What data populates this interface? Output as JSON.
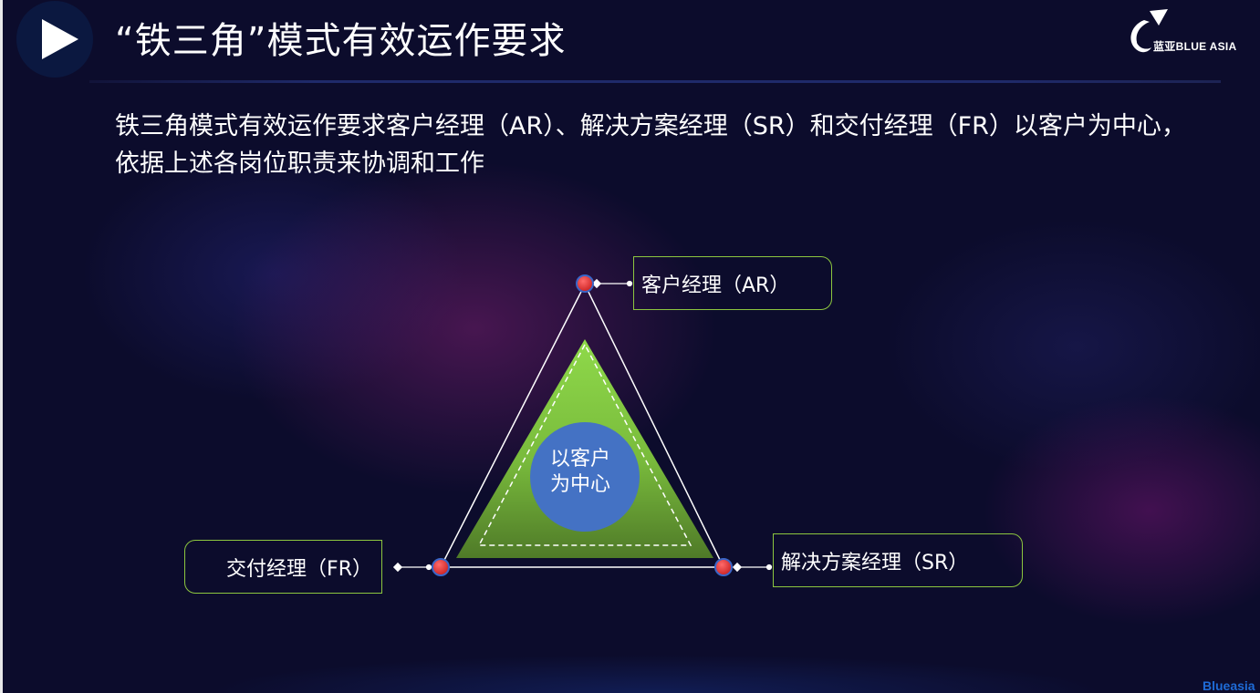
{
  "header": {
    "title": "“铁三角”模式有效运作要求",
    "logo_text": "蓝亚BLUE ASIA"
  },
  "intro": {
    "text": "铁三角模式有效运作要求客户经理（AR）、解决方案经理（SR）和交付经理（FR）以客户为中心，依据上述各岗位职责来协调和工作"
  },
  "diagram": {
    "center_line1": "以客户",
    "center_line2": "为中心",
    "roles": {
      "top": "客户经理（AR）",
      "right": "解决方案经理（SR）",
      "left": "交付经理（FR）"
    }
  },
  "footer": {
    "brand": "Blueasia"
  },
  "colors": {
    "background": "#0c0c2c",
    "triangle_green": "#8cc63f",
    "center_circle": "#4472c4",
    "node_red": "#e03030",
    "label_border": "#8cc63f"
  },
  "icons": [
    "play-icon",
    "blue-asia-logo-icon"
  ]
}
